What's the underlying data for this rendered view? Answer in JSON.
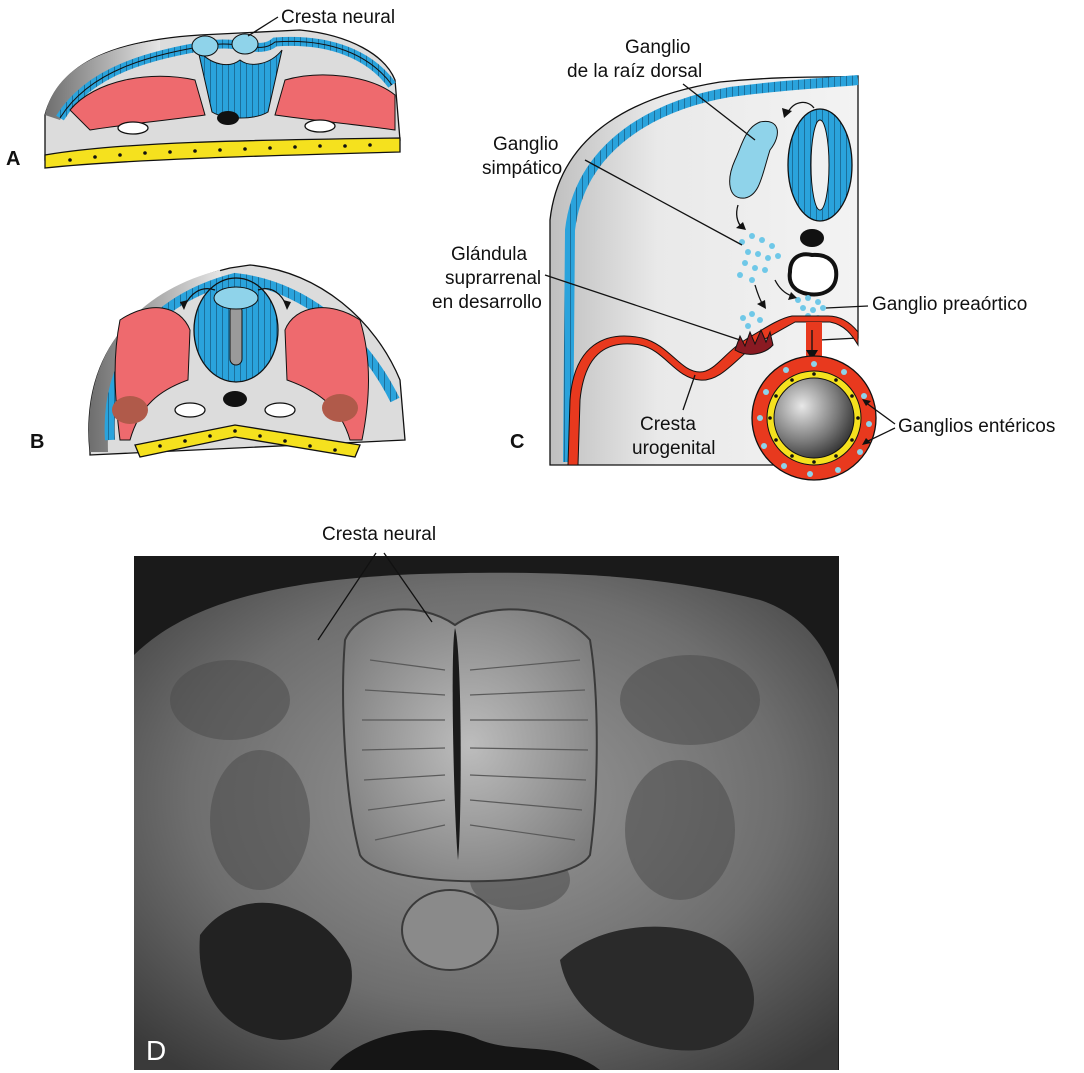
{
  "panels": {
    "a": {
      "letter": "A",
      "labels": {
        "cresta_neural": "Cresta neural"
      }
    },
    "b": {
      "letter": "B"
    },
    "c": {
      "letter": "C",
      "labels": {
        "ganglio_raiz_line1": "Ganglio",
        "ganglio_raiz_line2": "de la raíz dorsal",
        "ganglio_simpatico_line1": "Ganglio",
        "ganglio_simpatico_line2": "simpático",
        "glandula_line1": "Glándula",
        "glandula_line2": "suprarrenal",
        "glandula_line3": "en desarrollo",
        "ganglio_preaortico": "Ganglio preaórtico",
        "ganglios_entericos": "Ganglios entéricos",
        "cresta_urogenital_line1": "Cresta",
        "cresta_urogenital_line2": "urogenital"
      }
    },
    "d": {
      "letter": "D",
      "labels": {
        "cresta_neural": "Cresta neural"
      }
    }
  },
  "colors": {
    "ectoderm": "#2aa3dc",
    "neural_tube": "#2aa3dc",
    "neural_crest": "#8fd3ea",
    "mesoderm": "#ee6a6e",
    "endoderm": "#f5e11e",
    "gray_tissue": "#dcdcdc",
    "urogenital": "#e8391e",
    "adrenal": "#8a1a22",
    "sem_background": "#1a1a1a"
  }
}
